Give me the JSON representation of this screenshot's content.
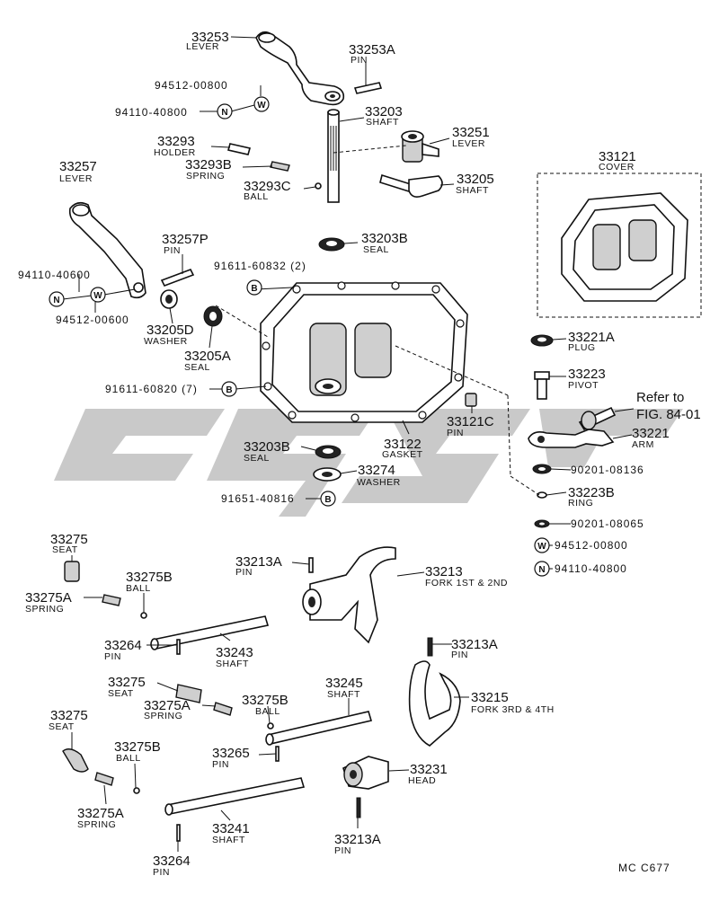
{
  "diagram": {
    "parts": [
      {
        "id": "p33253",
        "number": "33253",
        "name": "LEVER"
      },
      {
        "id": "p33253A",
        "number": "33253A",
        "name": "PIN"
      },
      {
        "id": "p94512a",
        "number": "94512-00800",
        "name": ""
      },
      {
        "id": "p94110a",
        "number": "94110-40800",
        "name": ""
      },
      {
        "id": "p33203",
        "number": "33203",
        "name": "SHAFT"
      },
      {
        "id": "p33251",
        "number": "33251",
        "name": "LEVER"
      },
      {
        "id": "p33293",
        "number": "33293",
        "name": "HOLDER"
      },
      {
        "id": "p33293B",
        "number": "33293B",
        "name": "SPRING"
      },
      {
        "id": "p33293C",
        "number": "33293C",
        "name": "BALL"
      },
      {
        "id": "p33205",
        "number": "33205",
        "name": "SHAFT"
      },
      {
        "id": "p33257",
        "number": "33257",
        "name": "LEVER"
      },
      {
        "id": "p33121",
        "number": "33121",
        "name": "COVER"
      },
      {
        "id": "p33203B1",
        "number": "33203B",
        "name": "SEAL"
      },
      {
        "id": "p33257P",
        "number": "33257P",
        "name": "PIN"
      },
      {
        "id": "p91611a",
        "number": "91611-60832 (2)",
        "name": ""
      },
      {
        "id": "p94110b",
        "number": "94110-40600",
        "name": ""
      },
      {
        "id": "p94512b",
        "number": "94512-00600",
        "name": ""
      },
      {
        "id": "p33205D",
        "number": "33205D",
        "name": "WASHER"
      },
      {
        "id": "p33205A",
        "number": "33205A",
        "name": "SEAL"
      },
      {
        "id": "p33221A",
        "number": "33221A",
        "name": "PLUG"
      },
      {
        "id": "p91611b",
        "number": "91611-60820 (7)",
        "name": ""
      },
      {
        "id": "p33223",
        "number": "33223",
        "name": "PIVOT"
      },
      {
        "id": "p33121C",
        "number": "33121C",
        "name": "PIN"
      },
      {
        "id": "p33221",
        "number": "33221",
        "name": "ARM"
      },
      {
        "id": "p33122",
        "number": "33122",
        "name": "GASKET"
      },
      {
        "id": "p33203B2",
        "number": "33203B",
        "name": "SEAL"
      },
      {
        "id": "p33274",
        "number": "33274",
        "name": "WASHER"
      },
      {
        "id": "p90201a",
        "number": "90201-08136",
        "name": ""
      },
      {
        "id": "p33223B",
        "number": "33223B",
        "name": "RING"
      },
      {
        "id": "p91651",
        "number": "91651-40816",
        "name": ""
      },
      {
        "id": "p90201b",
        "number": "90201-08065",
        "name": ""
      },
      {
        "id": "p94512c",
        "number": "94512-00800",
        "name": ""
      },
      {
        "id": "p94110c",
        "number": "94110-40800",
        "name": ""
      },
      {
        "id": "p33275a",
        "number": "33275",
        "name": "SEAT"
      },
      {
        "id": "p33213A1",
        "number": "33213A",
        "name": "PIN"
      },
      {
        "id": "p33213",
        "number": "33213",
        "name": "FORK 1ST & 2ND"
      },
      {
        "id": "p33275B1",
        "number": "33275B",
        "name": "BALL"
      },
      {
        "id": "p33275A1",
        "number": "33275A",
        "name": "SPRING"
      },
      {
        "id": "p33264a",
        "number": "33264",
        "name": "PIN"
      },
      {
        "id": "p33243",
        "number": "33243",
        "name": "SHAFT"
      },
      {
        "id": "p33213A2",
        "number": "33213A",
        "name": "PIN"
      },
      {
        "id": "p33275b",
        "number": "33275",
        "name": "SEAT"
      },
      {
        "id": "p33245",
        "number": "33245",
        "name": "SHAFT"
      },
      {
        "id": "p33215",
        "number": "33215",
        "name": "FORK 3RD & 4TH"
      },
      {
        "id": "p33275A2",
        "number": "33275A",
        "name": "SPRING"
      },
      {
        "id": "p33275B2",
        "number": "33275B",
        "name": "BALL"
      },
      {
        "id": "p33275c",
        "number": "33275",
        "name": "SEAT"
      },
      {
        "id": "p33275B3",
        "number": "33275B",
        "name": "BALL"
      },
      {
        "id": "p33265",
        "number": "33265",
        "name": "PIN"
      },
      {
        "id": "p33231",
        "number": "33231",
        "name": "HEAD"
      },
      {
        "id": "p33275A3",
        "number": "33275A",
        "name": "SPRING"
      },
      {
        "id": "p33241",
        "number": "33241",
        "name": "SHAFT"
      },
      {
        "id": "p33213A3",
        "number": "33213A",
        "name": "PIN"
      },
      {
        "id": "p33264b",
        "number": "33264",
        "name": "PIN"
      }
    ],
    "reference_line1": "Refer to",
    "reference_line2": "FIG. 84-01",
    "diagram_code": "MC C677",
    "circle_letters": {
      "nut": "N",
      "washer": "W",
      "bolt": "B"
    }
  }
}
